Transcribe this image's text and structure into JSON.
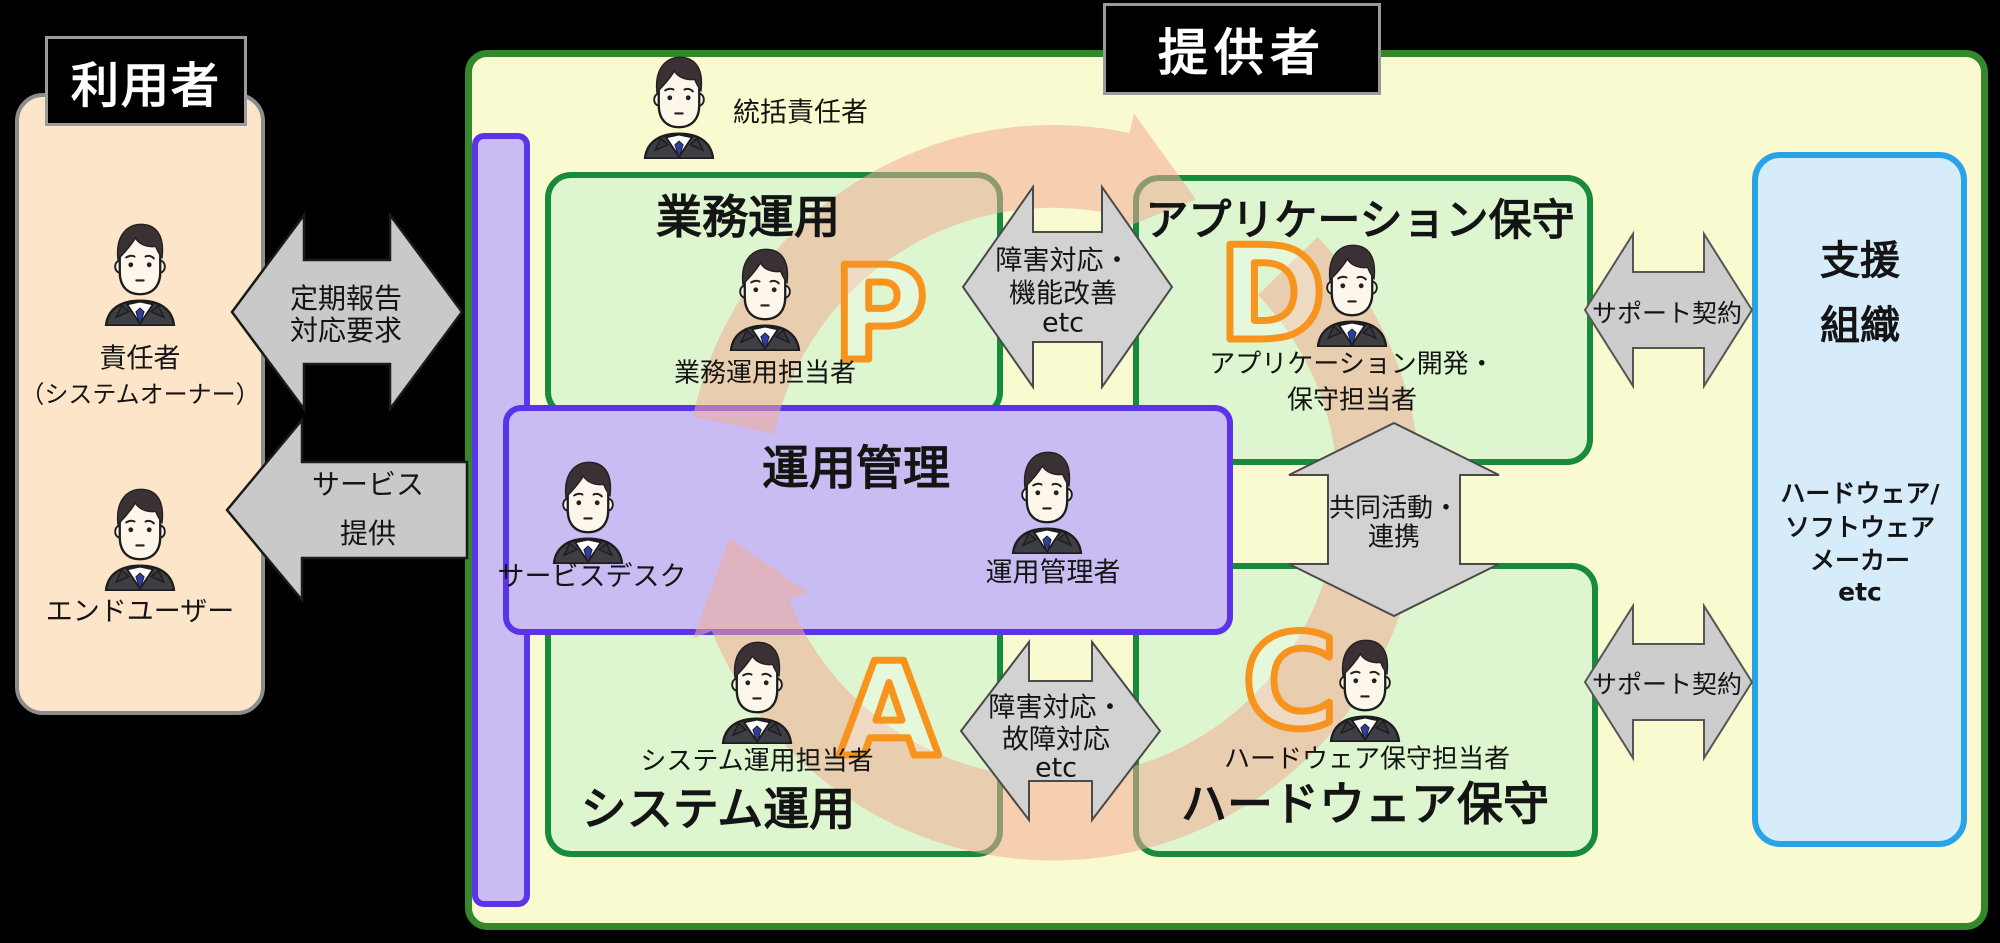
{
  "palette": {
    "background": "#000000",
    "user_box_fill": "#fce5c8",
    "user_box_border": "#8c8c8c",
    "provider_box_fill": "#fafad0",
    "provider_box_border": "#35882a",
    "function_box_fill": "#ddf6cf",
    "function_box_border": "#178a3c",
    "management_fill": "#c9bcf2",
    "management_border": "#5b33e8",
    "support_box_fill": "#d6ecfa",
    "support_box_border": "#29a3e8",
    "arrow_fill": "#cdcdcd",
    "cycle_arrow_color": "#f0ac96",
    "pdca_letter_color": "#f7941e",
    "label_bg": "#000000",
    "label_text": "#ffffff"
  },
  "user_section": {
    "label": "利用者",
    "owner": {
      "line1": "責任者",
      "line2": "（システムオーナー）"
    },
    "end_user": {
      "line1": "エンドユーザー"
    }
  },
  "flows": {
    "report": {
      "line1": "定期報告",
      "line2": "対応要求"
    },
    "service": {
      "line1": "サービス",
      "line2": "提供"
    }
  },
  "provider_section": {
    "label": "提供者",
    "supervisor": "統括責任者",
    "business_ops": {
      "title": "業務運用",
      "member": "業務運用担当者",
      "letter": "P"
    },
    "app_maintenance": {
      "title": "アプリケーション保守",
      "member_line1": "アプリケーション開発・",
      "member_line2": "保守担当者",
      "letter": "D"
    },
    "operations_mgmt": {
      "title": "運用管理",
      "service_desk": "サービスデスク",
      "manager": "運用管理者"
    },
    "system_ops": {
      "title": "システム運用",
      "member": "システム運用担当者",
      "letter": "A"
    },
    "hw_maintenance": {
      "title": "ハードウェア保守",
      "member": "ハードウェア保守担当者",
      "letter": "C"
    },
    "flow_top": {
      "line1": "障害対応・",
      "line2": "機能改善",
      "line3": "etc"
    },
    "flow_middle": {
      "line1": "共同活動・",
      "line2": "連携"
    },
    "flow_bottom": {
      "line1": "障害対応・",
      "line2": "故障対応",
      "line3": "etc"
    }
  },
  "support_section": {
    "title_line1": "支援",
    "title_line2": "組織",
    "body_line1": "ハードウェア/",
    "body_line2": "ソフトウェア",
    "body_line3": "メーカー",
    "body_line4": "etc",
    "contract": "サポート契約"
  }
}
